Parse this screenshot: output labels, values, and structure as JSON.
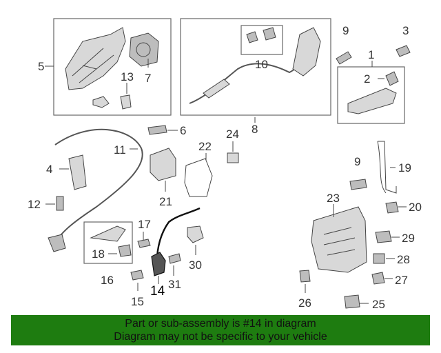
{
  "labels": {
    "l1": "1",
    "l2": "2",
    "l3": "3",
    "l4": "4",
    "l5": "5",
    "l6": "6",
    "l7": "7",
    "l8": "8",
    "l9a": "9",
    "l9b": "9",
    "l10": "10",
    "l11": "11",
    "l12": "12",
    "l13": "13",
    "l14": "14",
    "l15": "15",
    "l16": "16",
    "l17": "17",
    "l18": "18",
    "l19": "19",
    "l20": "20",
    "l21": "21",
    "l22": "22",
    "l23": "23",
    "l24": "24",
    "l25": "25",
    "l26": "26",
    "l27": "27",
    "l28": "28",
    "l29": "29",
    "l30": "30",
    "l31": "31"
  },
  "highlight_part": "14",
  "banner": {
    "line1": "Part or sub-assembly is #14 in diagram",
    "line2": "Diagram may not be specific to your vehicle",
    "color": "#1e7c10"
  }
}
